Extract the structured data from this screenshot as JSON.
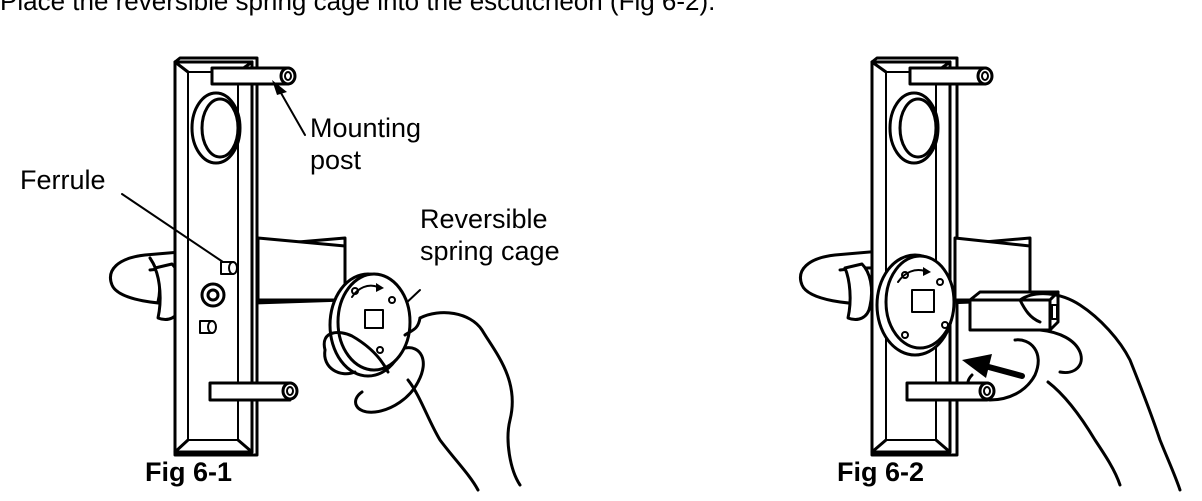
{
  "header_text_partial": "Place the reversible spring cage into the escutcheon (Fig 6-2).",
  "figure_1": {
    "caption": "Fig 6-1",
    "labels": {
      "mounting_post_line1": "Mounting",
      "mounting_post_line2": "post",
      "ferrule": "Ferrule",
      "spring_cage_line1": "Reversible",
      "spring_cage_line2": "spring cage"
    }
  },
  "figure_2": {
    "caption": "Fig 6-2"
  },
  "colors": {
    "ink": "#000000",
    "paper": "#ffffff"
  }
}
